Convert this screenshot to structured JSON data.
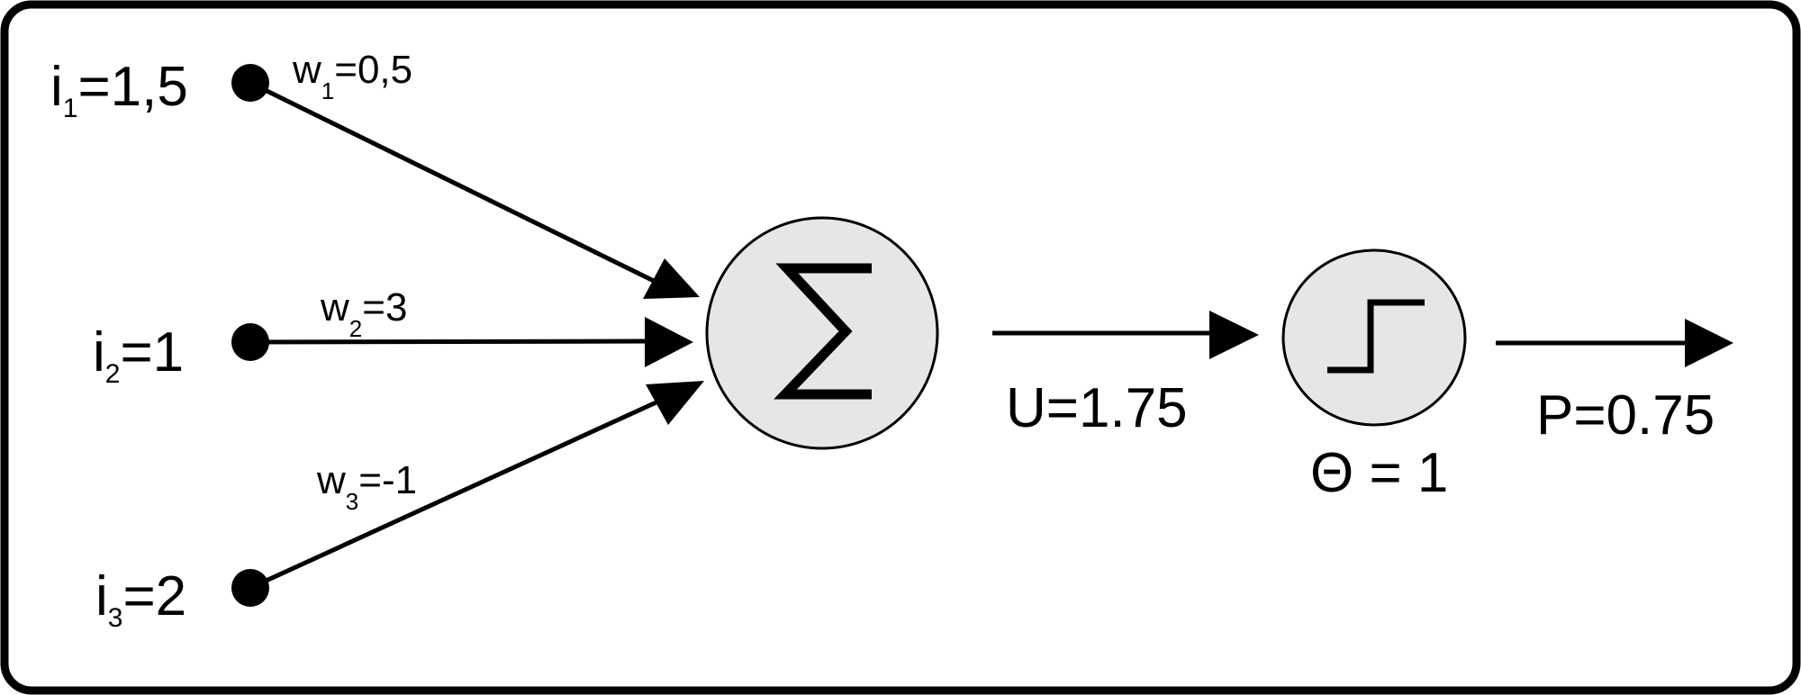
{
  "inputs": [
    {
      "name": "i",
      "index": "1",
      "value": "=1,5",
      "weight_name": "w",
      "weight_index": "1",
      "weight_value": "=0,5"
    },
    {
      "name": "i",
      "index": "2",
      "value": "=1",
      "weight_name": "w",
      "weight_index": "2",
      "weight_value": "=3"
    },
    {
      "name": "i",
      "index": "3",
      "value": "=2",
      "weight_name": "w",
      "weight_index": "3",
      "weight_value": "=-1"
    }
  ],
  "summation": {
    "symbol": "∑",
    "icon": "sigma-icon"
  },
  "sum_output": {
    "label": "U=1.75"
  },
  "activation": {
    "icon": "step-function-icon",
    "threshold_label": "Θ = 1"
  },
  "output": {
    "label": "P=0.75"
  },
  "colors": {
    "node_fill": "#e6e6e6",
    "stroke": "#000000",
    "background": "#ffffff"
  }
}
